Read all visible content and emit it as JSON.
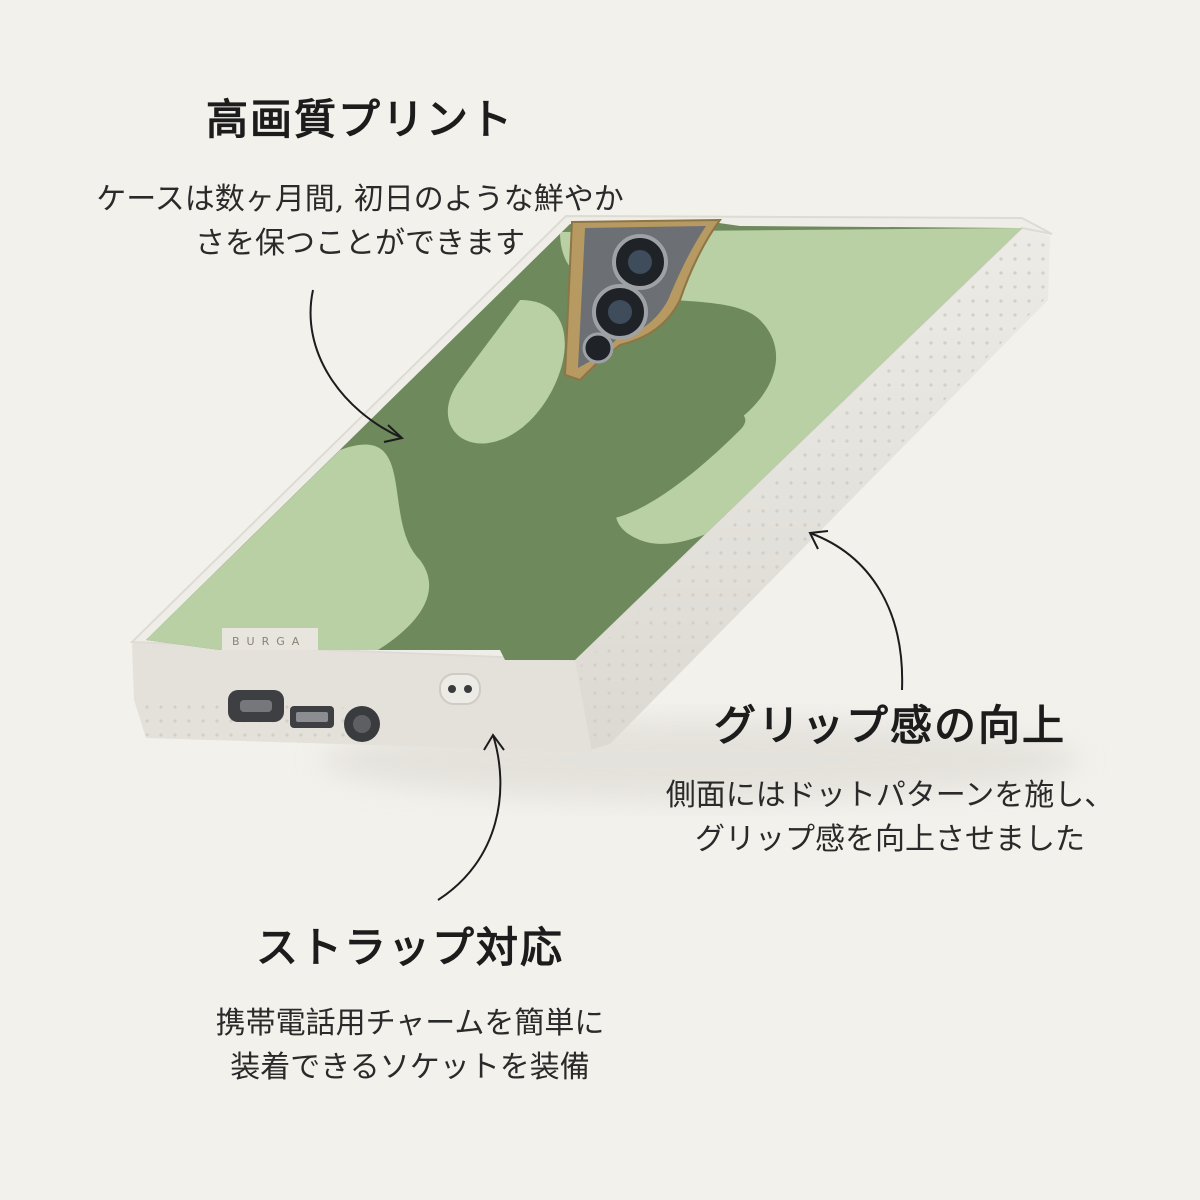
{
  "features": {
    "print": {
      "title": "高画質プリント",
      "lines": [
        "ケースは数ヶ月間, 初日のような鮮やか",
        "さを保つことができます"
      ]
    },
    "grip": {
      "title": "グリップ感の向上",
      "lines": [
        "側面にはドットパターンを施し、",
        "グリップ感を向上させました"
      ]
    },
    "strap": {
      "title": "ストラップ対応",
      "lines": [
        "携帯電話用チャームを簡単に",
        "装着できるソケットを装備"
      ]
    }
  },
  "product": {
    "brand_logo": "BURGA",
    "colors": {
      "case_white": "#e9e7e1",
      "dark_green": "#6e8a5c",
      "light_green": "#b9cfa4",
      "gold_trim": "#b79a62",
      "background": "#f3f1ec"
    }
  },
  "icons": [
    "arrow-curved-icon",
    "camera-lens-icon",
    "usb-port-icon",
    "speaker-grille-icon",
    "strap-socket-icon",
    "brand-logo"
  ]
}
